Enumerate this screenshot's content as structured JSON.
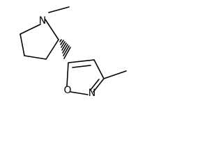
{
  "molecule": {
    "atoms": {
      "pyrrolidine_nitrogen": "N",
      "isoxazole_oxygen": "O",
      "isoxazole_nitrogen": "N"
    }
  }
}
